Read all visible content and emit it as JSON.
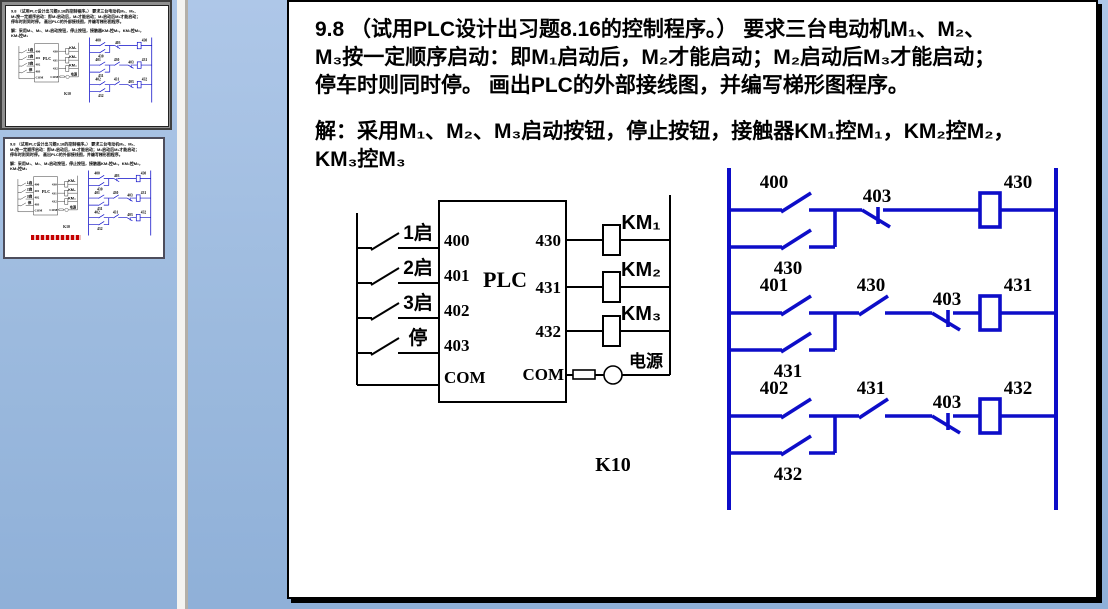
{
  "colors": {
    "ladder_blue": "#0d0dc8",
    "diagram_black": "#000000",
    "background_blue": "#9cbade",
    "selected_thumb_border": "#8f8f8f",
    "red_annotation": "#c40000"
  },
  "sidebar": {
    "thumbnails": [
      {
        "index": 1,
        "selected": true,
        "has_red_note": false
      },
      {
        "index": 2,
        "selected": false,
        "has_red_note": true
      }
    ]
  },
  "slide": {
    "problem_text": "9.8  （试用PLC设计出习题8.16的控制程序。） 要求三台电动机M₁、M₂、\nM₃按一定顺序启动：即M₁启动后，M₂才能启动；M₂启动后M₃才能启动；\n停车时则同时停。 画出PLC的外部接线图，并编写梯形图程序。",
    "solution_text": "解：采用M₁、M₂、M₃启动按钮，停止按钮，接触器KM₁控M₁，KM₂控M₂，\nKM₃控M₃"
  },
  "plc_diagram": {
    "box_label": "PLC",
    "caption": "K10",
    "inputs": [
      {
        "button": "1启",
        "terminal": "400"
      },
      {
        "button": "2启",
        "terminal": "401"
      },
      {
        "button": "3启",
        "terminal": "402"
      },
      {
        "button": "停",
        "terminal": "403"
      }
    ],
    "input_common": "COM",
    "outputs": [
      {
        "terminal": "430",
        "device": "KM₁"
      },
      {
        "terminal": "431",
        "device": "KM₂"
      },
      {
        "terminal": "432",
        "device": "KM₃"
      }
    ],
    "output_common": "COM",
    "power_label": "电源"
  },
  "ladder_diagram": {
    "rungs": [
      {
        "start_contact": "400",
        "seal_contact": "430",
        "series": [
          {
            "label": "403",
            "type": "nc"
          }
        ],
        "coil": "430"
      },
      {
        "start_contact": "401",
        "seal_contact": "431",
        "series": [
          {
            "label": "430",
            "type": "no"
          },
          {
            "label": "403",
            "type": "nc"
          }
        ],
        "coil": "431"
      },
      {
        "start_contact": "402",
        "seal_contact": "432",
        "series": [
          {
            "label": "431",
            "type": "no"
          },
          {
            "label": "403",
            "type": "nc"
          }
        ],
        "coil": "432"
      }
    ]
  }
}
